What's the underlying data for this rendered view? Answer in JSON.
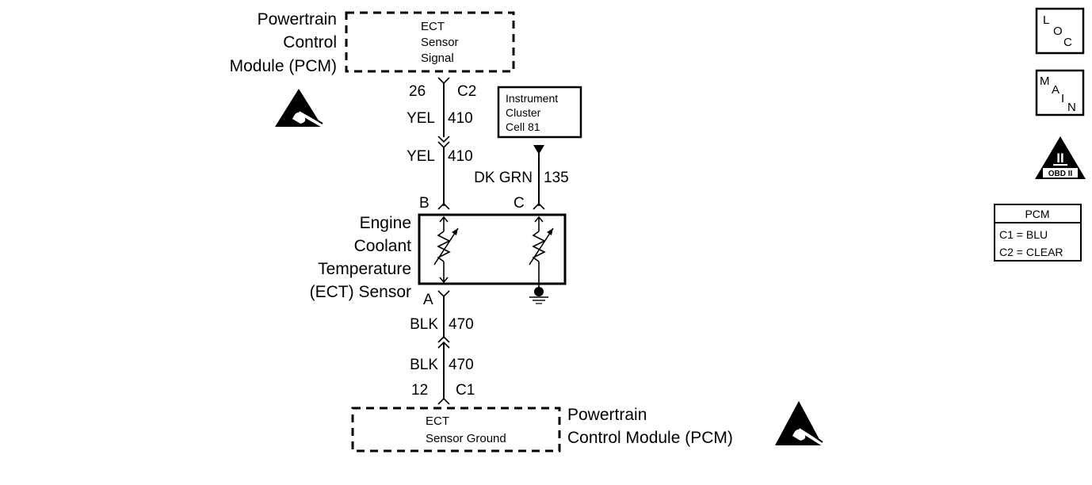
{
  "pcm_top": {
    "label_lines": [
      "Powertrain",
      "Control",
      "Module (PCM)"
    ],
    "circuit_lines": [
      "ECT",
      "Sensor",
      "Signal"
    ],
    "pin": "26",
    "connector": "C2"
  },
  "pcm_bottom": {
    "label_lines": [
      "Powertrain",
      "Control Module (PCM)"
    ],
    "circuit_lines": [
      "ECT",
      "Sensor Ground"
    ],
    "pin": "12",
    "connector": "C1"
  },
  "wire_signal": {
    "color": "YEL",
    "circuit": "410"
  },
  "wire_signal_lower": {
    "color": "YEL",
    "circuit": "410"
  },
  "wire_ground_upper": {
    "color": "BLK",
    "circuit": "470"
  },
  "wire_ground_lower": {
    "color": "BLK",
    "circuit": "470"
  },
  "wire_cluster": {
    "color": "DK GRN",
    "circuit": "135"
  },
  "instrument_cluster": {
    "lines": [
      "Instrument",
      "Cluster",
      "Cell 81"
    ]
  },
  "sensor": {
    "label_lines": [
      "Engine",
      "Coolant",
      "Temperature",
      "(ECT) Sensor"
    ],
    "pin_b": "B",
    "pin_c": "C",
    "pin_a": "A"
  },
  "nav": {
    "loc": {
      "l1": "L",
      "l2": "O",
      "l3": "C"
    },
    "main": {
      "l1": "M",
      "l2": "A",
      "l3": "I",
      "l4": "N"
    },
    "obd": {
      "numeral": "II",
      "label": "OBD II"
    }
  },
  "legend": {
    "title": "PCM",
    "rows": [
      "C1 = BLU",
      "C2 = CLEAR"
    ]
  }
}
